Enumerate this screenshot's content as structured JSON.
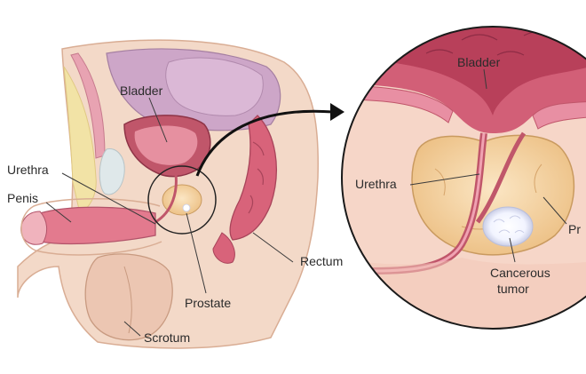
{
  "left_panel": {
    "labels": {
      "bladder": "Bladder",
      "urethra": "Urethra",
      "penis": "Penis",
      "rectum": "Rectum",
      "prostate": "Prostate",
      "scrotum": "Scrotum"
    }
  },
  "zoom_panel": {
    "labels": {
      "bladder": "Bladder",
      "urethra": "Urethra",
      "prostate_partial": "Pr",
      "cancer_line1": "Cancerous",
      "cancer_line2": "tumor"
    }
  },
  "colors": {
    "skin": "#f3d9c8",
    "skin_outline": "#d9ad94",
    "bladder_wall": "#c0566a",
    "muscle": "#e4839a",
    "prostate": "#f4d39a",
    "fat": "#f2e3a6",
    "tumor": "#ffffff",
    "arrow": "#111111"
  }
}
